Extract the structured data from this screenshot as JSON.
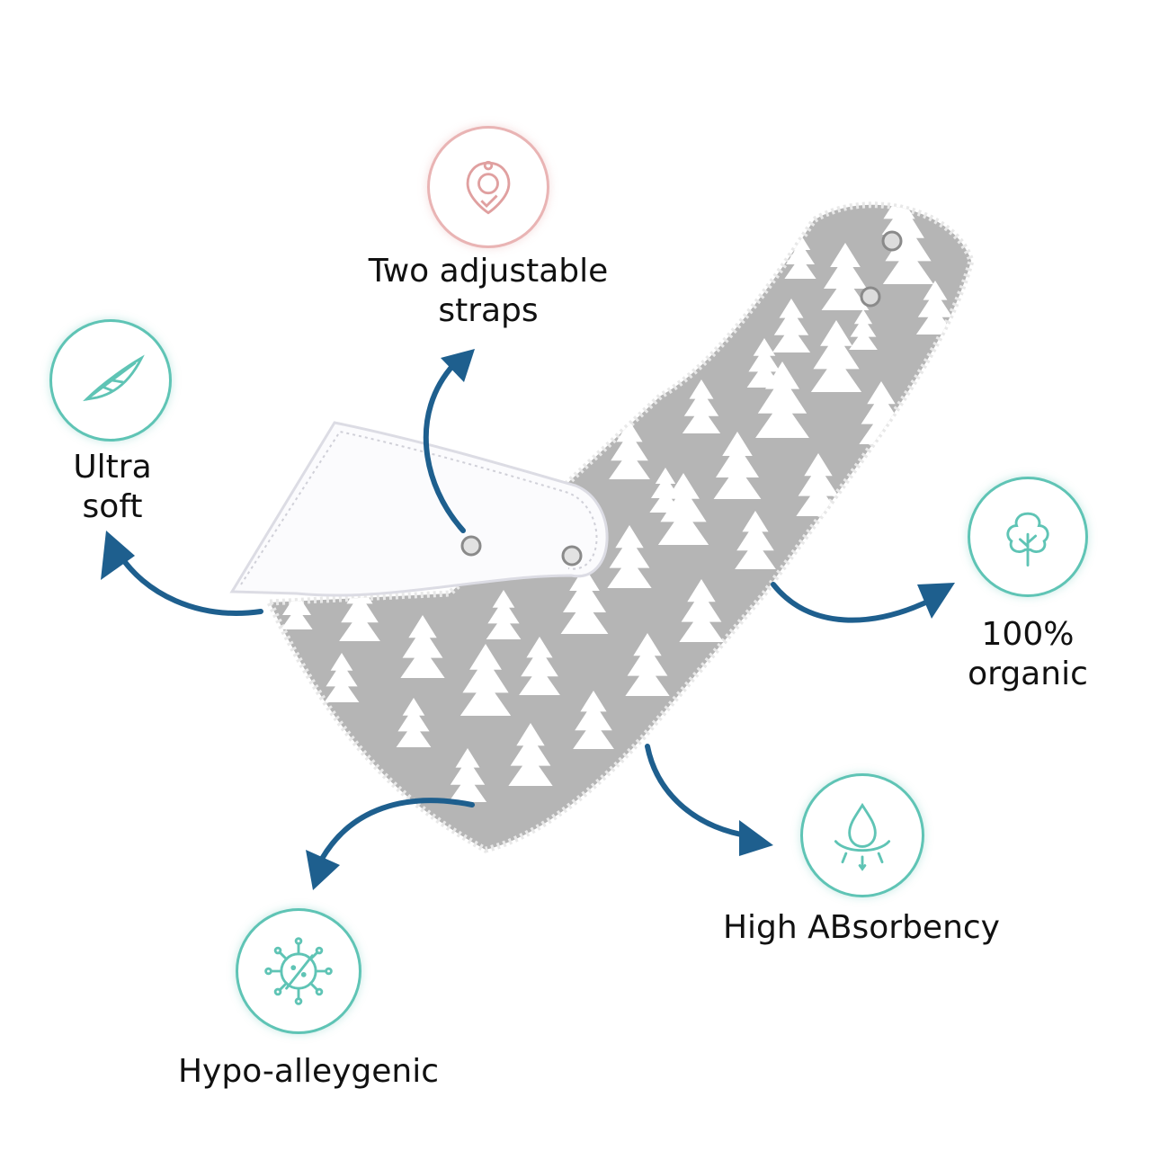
{
  "colors": {
    "teal": "#5fc4b5",
    "rose": "#e9b4b4",
    "arrow": "#1e5f8e",
    "fabric_gray": "#b5b5b5",
    "tree_white": "#ffffff",
    "strap_white": "#fbfbfd"
  },
  "features": [
    {
      "id": "straps",
      "icon": "snap-pin-icon",
      "label": "Two adjustable\nstraps"
    },
    {
      "id": "soft",
      "icon": "feather-icon",
      "label": "Ultra\nsoft"
    },
    {
      "id": "organic",
      "icon": "tree-icon",
      "label": "100%\norganic"
    },
    {
      "id": "absorbency",
      "icon": "water-drop-icon",
      "label": "High ABsorbency"
    },
    {
      "id": "hypo",
      "icon": "virus-blocked-icon",
      "label": "Hypo-alleygenic"
    }
  ]
}
